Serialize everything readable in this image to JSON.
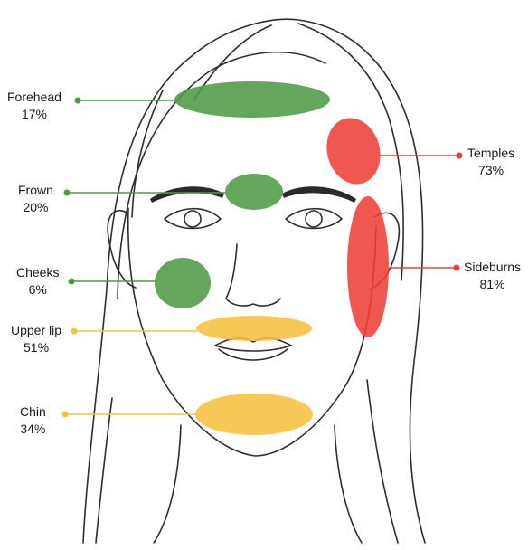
{
  "colors": {
    "green": "#4f9a46",
    "red": "#ee4036",
    "yellow": "#f6c23c",
    "line": "#3a3a3a"
  },
  "regions": [
    {
      "key": "forehead",
      "name": "Forehead",
      "value": "17%",
      "level": "green"
    },
    {
      "key": "frown",
      "name": "Frown",
      "value": "20%",
      "level": "green"
    },
    {
      "key": "cheeks",
      "name": "Cheeks",
      "value": "6%",
      "level": "green"
    },
    {
      "key": "upper-lip",
      "name": "Upper lip",
      "value": "51%",
      "level": "yellow"
    },
    {
      "key": "chin",
      "name": "Chin",
      "value": "34%",
      "level": "yellow"
    },
    {
      "key": "temples",
      "name": "Temples",
      "value": "73%",
      "level": "red"
    },
    {
      "key": "sideburns",
      "name": "Sideburns",
      "value": "81%",
      "level": "red"
    }
  ]
}
